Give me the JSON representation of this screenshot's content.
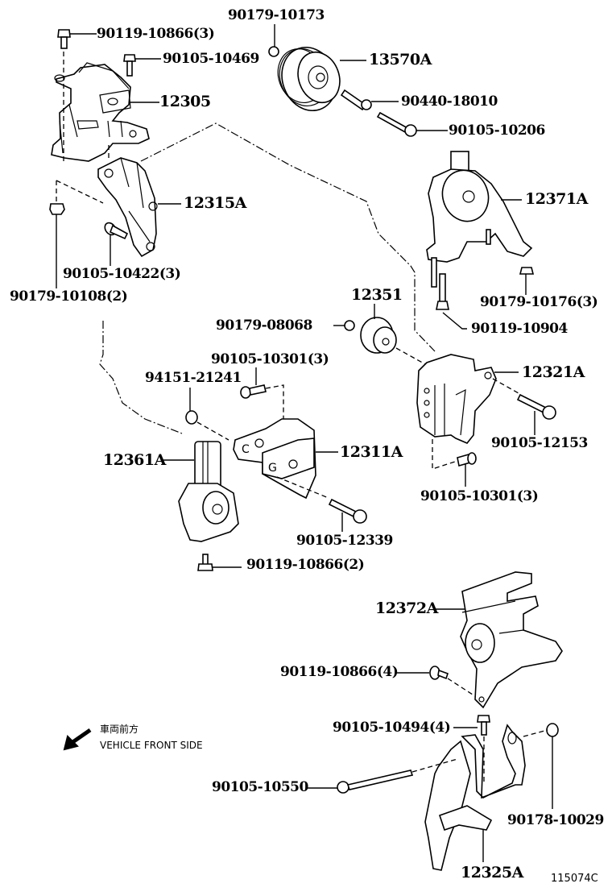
{
  "diagram": {
    "type": "exploded-parts-diagram",
    "subject": "Engine mounting",
    "figure_number": "115074C",
    "direction_note": {
      "japanese": "車両前方",
      "english": "VEHICLE FRONT SIDE",
      "icon": "arrow-down-left-icon"
    },
    "parts": [
      {
        "id": "p_90119_10866_3",
        "label": "90119-10866(3)"
      },
      {
        "id": "p_90105_10469",
        "label": "90105-10469"
      },
      {
        "id": "p_90179_10173",
        "label": "90179-10173"
      },
      {
        "id": "p_13570A",
        "label": "13570A"
      },
      {
        "id": "p_12305",
        "label": "12305"
      },
      {
        "id": "p_90440_18010",
        "label": "90440-18010"
      },
      {
        "id": "p_90105_10206",
        "label": "90105-10206"
      },
      {
        "id": "p_12315A",
        "label": "12315A"
      },
      {
        "id": "p_12371A",
        "label": "12371A"
      },
      {
        "id": "p_90105_10422_3",
        "label": "90105-10422(3)"
      },
      {
        "id": "p_90179_10108_2",
        "label": "90179-10108(2)"
      },
      {
        "id": "p_90179_10176_3",
        "label": "90179-10176(3)"
      },
      {
        "id": "p_12351",
        "label": "12351"
      },
      {
        "id": "p_90179_08068",
        "label": "90179-08068"
      },
      {
        "id": "p_90119_10904",
        "label": "90119-10904"
      },
      {
        "id": "p_90105_10301_3a",
        "label": "90105-10301(3)"
      },
      {
        "id": "p_94151_21241",
        "label": "94151-21241"
      },
      {
        "id": "p_12321A",
        "label": "12321A"
      },
      {
        "id": "p_90105_12153",
        "label": "90105-12153"
      },
      {
        "id": "p_12361A",
        "label": "12361A"
      },
      {
        "id": "p_12311A",
        "label": "12311A"
      },
      {
        "id": "p_90105_10301_3b",
        "label": "90105-10301(3)"
      },
      {
        "id": "p_90105_12339",
        "label": "90105-12339"
      },
      {
        "id": "p_90119_10866_2",
        "label": "90119-10866(2)"
      },
      {
        "id": "p_12372A",
        "label": "12372A"
      },
      {
        "id": "p_90119_10866_4",
        "label": "90119-10866(4)"
      },
      {
        "id": "p_90105_10494_4",
        "label": "90105-10494(4)"
      },
      {
        "id": "p_90105_10550",
        "label": "90105-10550"
      },
      {
        "id": "p_90178_10029",
        "label": "90178-10029"
      },
      {
        "id": "p_12325A",
        "label": "12325A"
      }
    ]
  }
}
